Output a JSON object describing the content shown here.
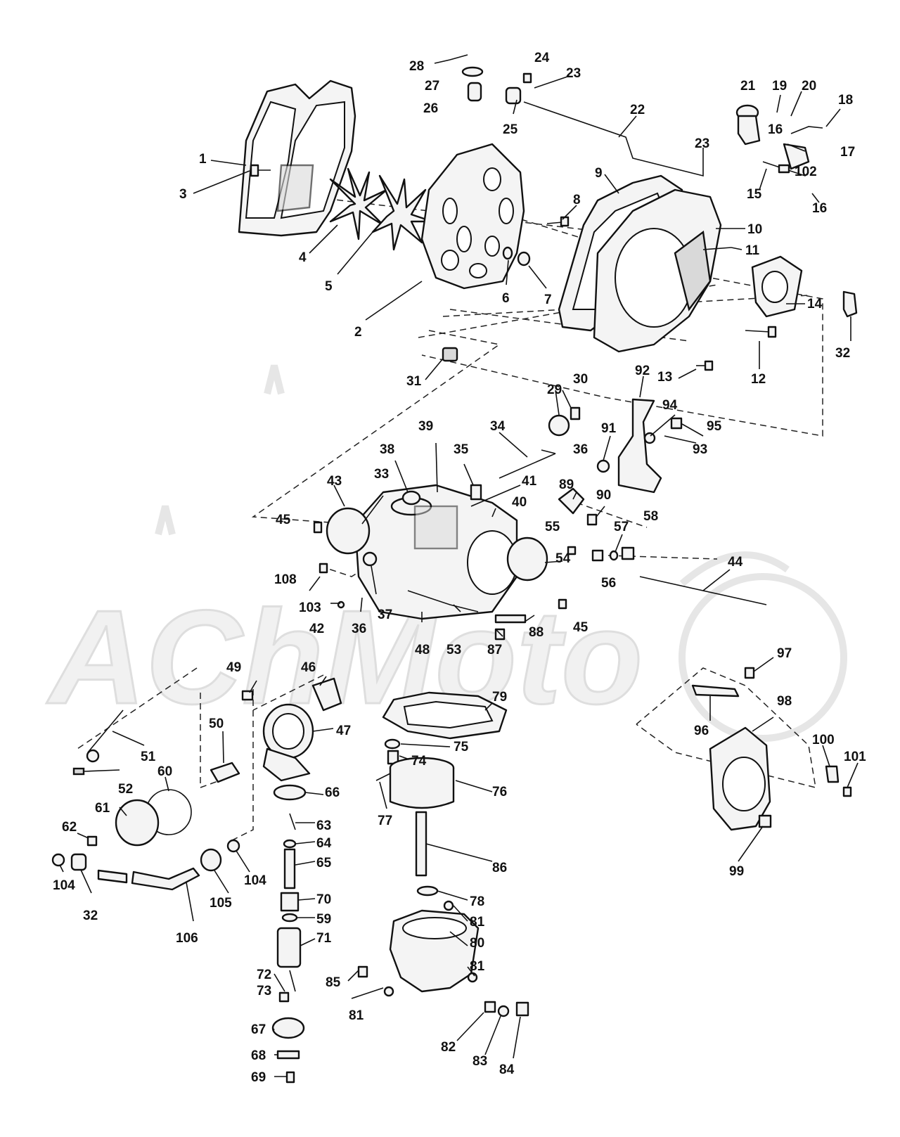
{
  "watermark": {
    "text": "AChMoto"
  },
  "callouts": [
    "1",
    "2",
    "3",
    "4",
    "5",
    "6",
    "7",
    "8",
    "9",
    "10",
    "11",
    "12",
    "13",
    "14",
    "15",
    "16",
    "16",
    "17",
    "18",
    "19",
    "20",
    "21",
    "22",
    "23",
    "23",
    "24",
    "25",
    "26",
    "27",
    "28",
    "29",
    "30",
    "31",
    "32",
    "32",
    "33",
    "34",
    "35",
    "36",
    "36",
    "37",
    "38",
    "39",
    "40",
    "41",
    "42",
    "43",
    "44",
    "45",
    "45",
    "46",
    "47",
    "48",
    "49",
    "50",
    "51",
    "52",
    "53",
    "54",
    "55",
    "56",
    "57",
    "58",
    "59",
    "60",
    "61",
    "62",
    "63",
    "64",
    "65",
    "66",
    "67",
    "68",
    "69",
    "70",
    "71",
    "72",
    "73",
    "74",
    "75",
    "76",
    "77",
    "78",
    "79",
    "80",
    "81",
    "81",
    "81",
    "82",
    "83",
    "84",
    "85",
    "86",
    "87",
    "88",
    "89",
    "90",
    "91",
    "92",
    "93",
    "94",
    "95",
    "96",
    "97",
    "98",
    "99",
    "100",
    "101",
    "102",
    "103",
    "104",
    "104",
    "105",
    "106",
    "108"
  ]
}
